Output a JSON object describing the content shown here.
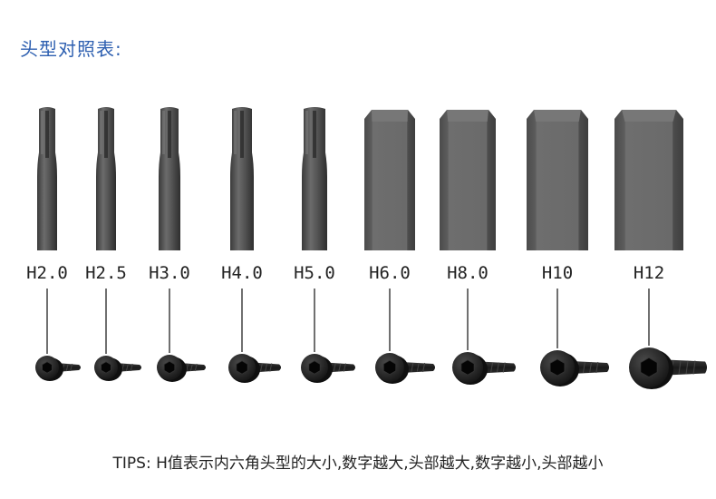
{
  "title": "头型对照表:",
  "tips": "TIPS: H值表示内六角头型的大小,数字越大,头部越大,数字越小,头部越小",
  "sizes": [
    {
      "label": "H2.0"
    },
    {
      "label": "H2.5"
    },
    {
      "label": "H3.0"
    },
    {
      "label": "H4.0"
    },
    {
      "label": "H5.0"
    },
    {
      "label": "H6.0"
    },
    {
      "label": "H8.0"
    },
    {
      "label": "H10"
    },
    {
      "label": "H12"
    }
  ],
  "colors": {
    "title": "#2d5fb0",
    "bit": "#4a4a4a",
    "screw": "#1e1e1e"
  }
}
